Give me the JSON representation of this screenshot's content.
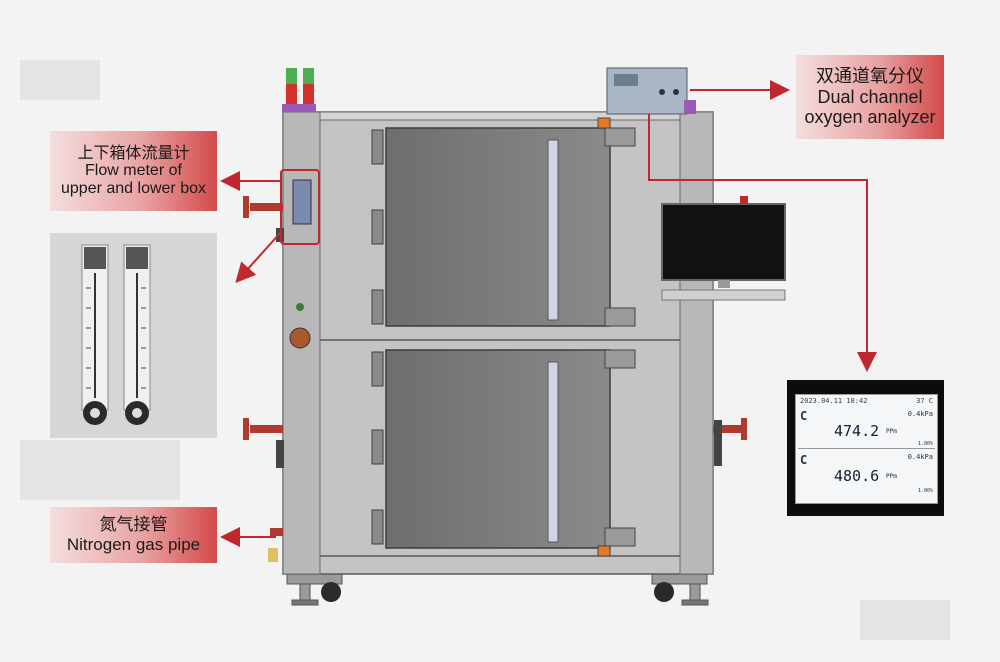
{
  "labels": {
    "analyzer": {
      "zh": "双通道氧分仪",
      "en1": "Dual channel",
      "en2": "oxygen analyzer"
    },
    "flowmeter": {
      "zh": "上下箱体流量计",
      "en1": "Flow meter of",
      "en2": "upper and lower box"
    },
    "nitrogen": {
      "zh": "氮气接管",
      "en1": "Nitrogen gas pipe"
    }
  },
  "analyzer_display": {
    "datetime": "2023.04.11 18:42",
    "temperature": "37 C",
    "ch1": {
      "unit_label": "C",
      "pressure": "0.4kPa",
      "value": "474.2",
      "unit": "PPm",
      "sub": "1.00%"
    },
    "ch2": {
      "unit_label": "C",
      "pressure": "0.4kPa",
      "value": "480.6",
      "unit": "PPm",
      "sub": "1.00%"
    }
  },
  "colors": {
    "accent_red": "#c0282d",
    "cabinet": "#bdbdbd",
    "window": "#7b7b7b"
  }
}
